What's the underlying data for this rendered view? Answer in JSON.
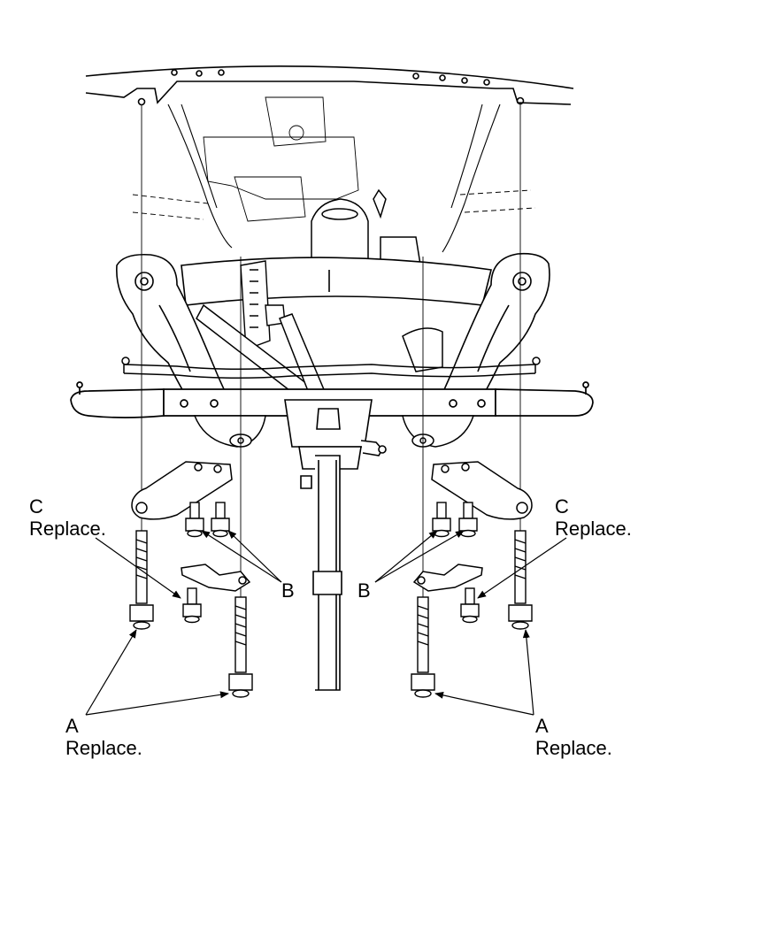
{
  "diagram": {
    "colors": {
      "line": "#000000",
      "background": "#ffffff"
    },
    "callouts": {
      "a_left": {
        "letter": "A",
        "note": "Replace."
      },
      "a_right": {
        "letter": "A",
        "note": "Replace."
      },
      "b_left": {
        "letter": "B"
      },
      "b_right": {
        "letter": "B"
      },
      "c_left": {
        "letter": "C",
        "note": "Replace."
      },
      "c_right": {
        "letter": "C",
        "note": "Replace."
      }
    }
  }
}
